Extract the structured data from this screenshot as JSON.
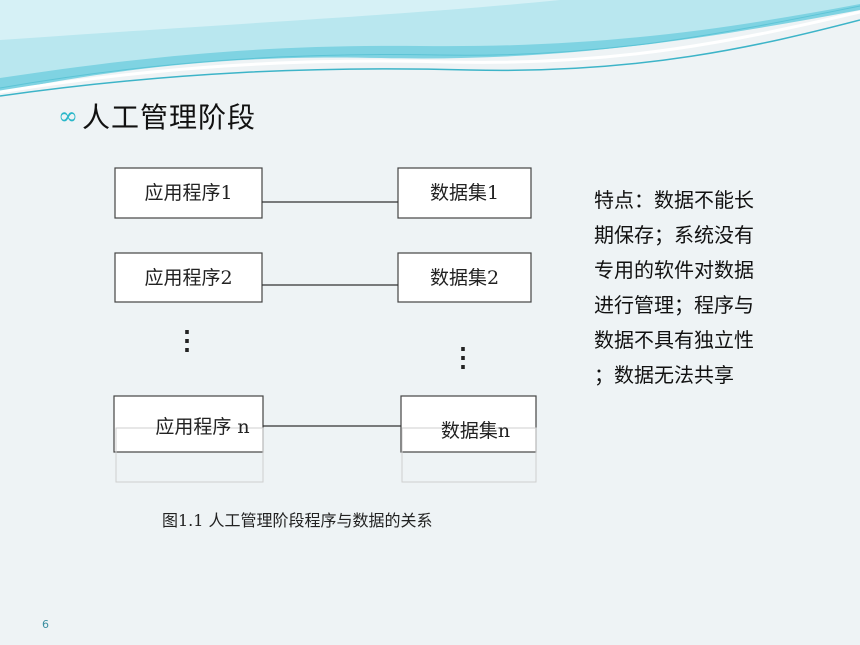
{
  "slide": {
    "title": "人工管理阶段",
    "bullet_glyph": "∞",
    "page_number": "6"
  },
  "diagram": {
    "applications": [
      "应用程序1",
      "应用程序2",
      "应用程序 n"
    ],
    "datasets": [
      "数据集1",
      "数据集2",
      "数据集n"
    ],
    "ellipsis": "⋮",
    "caption": "图1.1   人工管理阶段程序与数据的关系"
  },
  "notes": {
    "lines": [
      "特点：数据不能长",
      "期保存；系统没有",
      "专用的软件对数据",
      "进行管理；程序与",
      "数据不具有独立性",
      "；数据无法共享"
    ]
  },
  "colors": {
    "accent": "#2ab7c9",
    "wave_light": "#b9e7ef",
    "wave_dark": "#3db4c8",
    "background": "#eef3f5"
  }
}
